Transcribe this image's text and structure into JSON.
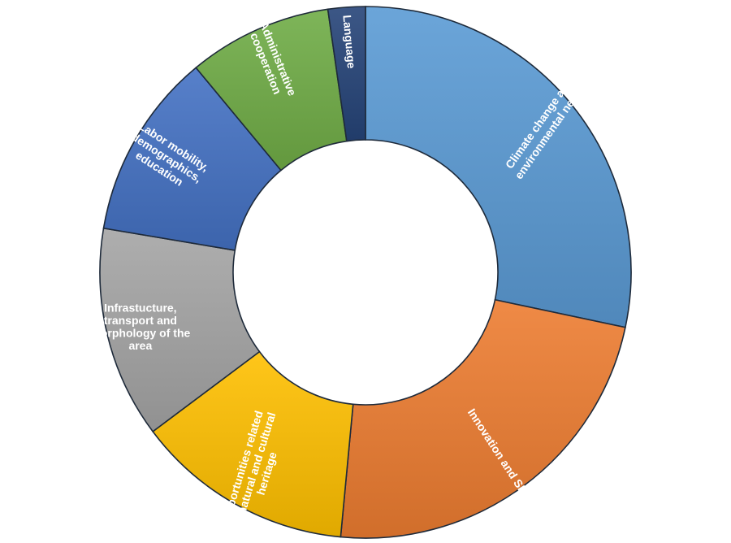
{
  "chart_data": {
    "type": "pie",
    "variant": "donut",
    "title": "",
    "legend": "none",
    "categories": [
      "Climate change and environmental needs",
      "Innovation and SMEs",
      "Opportunities related to natural and cultural heritage",
      "Infrastucture, transport and morphology of the area",
      "Labor mobility, demographics, education",
      "Administrative cooperation",
      "Language"
    ],
    "values": [
      27.5,
      22.5,
      12.9,
      12.5,
      11.0,
      8.5,
      2.2
    ],
    "colors": [
      "#5b9bd5",
      "#ed7d31",
      "#ffc000",
      "#a5a5a5",
      "#4472c4",
      "#70ad47",
      "#264478"
    ],
    "labels": [
      {
        "lines": [
          "Climate change and",
          "environmental needs"
        ]
      },
      {
        "lines": [
          "Innovation and SMEs"
        ]
      },
      {
        "lines": [
          "Opportunities related",
          "to natural and cultural",
          "heritage"
        ]
      },
      {
        "lines": [
          "Infrastucture,",
          "transport and",
          "morphology of the",
          "area"
        ]
      },
      {
        "lines": [
          "Labor mobility,",
          "demographics,",
          "education"
        ]
      },
      {
        "lines": [
          "Administrative",
          "cooperation"
        ]
      },
      {
        "lines": [
          "Language"
        ]
      }
    ]
  }
}
